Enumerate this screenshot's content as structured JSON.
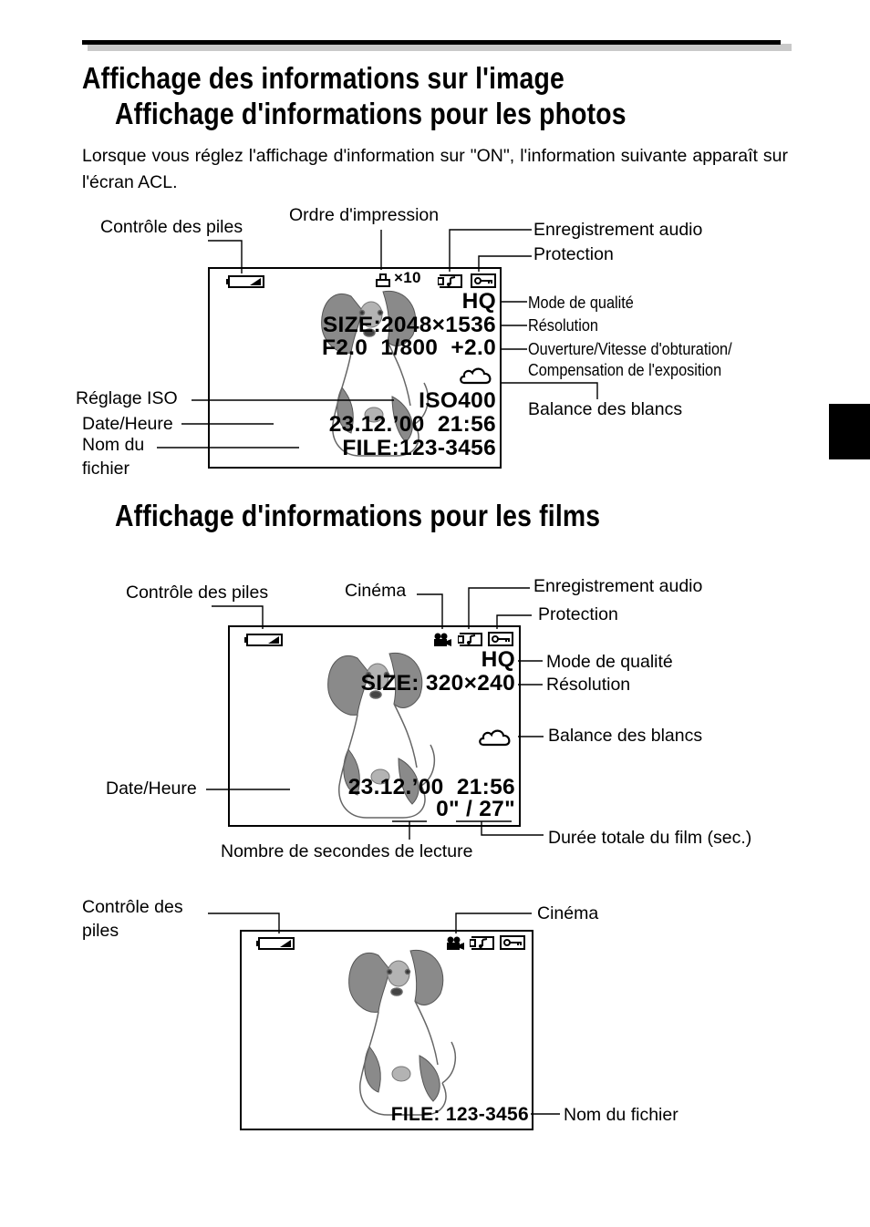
{
  "page": {
    "title_line1": "Affichage des informations sur l'image",
    "title_line2": "Affichage d'informations pour les photos",
    "intro": "Lorsque vous réglez l'affichage d'information sur \"ON\", l'information suivante apparaît sur l'écran ACL.",
    "title_films": "Affichage d'informations pour les films"
  },
  "photo_diagram": {
    "labels": {
      "battery": "Contrôle des piles",
      "print_order": "Ordre d'impression",
      "audio": "Enregistrement audio",
      "protection": "Protection",
      "quality": "Mode de qualité",
      "resolution": "Résolution",
      "aperture_line1": "Ouverture/Vitesse d'obturation/",
      "aperture_line2": "Compensation de l'exposition",
      "white_balance": "Balance des blancs",
      "iso": "Réglage ISO",
      "datetime": "Date/Heure",
      "filename_line1": "Nom du",
      "filename_line2": "fichier"
    },
    "screen": {
      "print_count": "×10",
      "quality": "HQ",
      "size": "SIZE:2048×1536",
      "exposure": "F2.0  1/800  +2.0",
      "iso": "ISO400",
      "datetime": "23.12.’00  21:56",
      "file": "FILE:123-3456"
    }
  },
  "movie_diagram": {
    "labels": {
      "battery": "Contrôle des piles",
      "cinema": "Cinéma",
      "audio": "Enregistrement audio",
      "protection": "Protection",
      "quality": "Mode de qualité",
      "resolution": "Résolution",
      "white_balance": "Balance des blancs",
      "datetime": "Date/Heure",
      "playback_seconds": "Nombre de secondes de lecture",
      "total_duration": "Durée totale du film (sec.)"
    },
    "screen": {
      "quality": "HQ",
      "size": "SIZE: 320×240",
      "datetime": "23.12.’00  21:56",
      "duration": "0\" / 27\""
    }
  },
  "movie_simple_diagram": {
    "labels": {
      "battery_line1": "Contrôle des",
      "battery_line2": "piles",
      "cinema": "Cinéma",
      "filename": "Nom du fichier"
    },
    "screen": {
      "file": "FILE: 123-3456"
    }
  },
  "icons": [
    "battery-icon",
    "print-order-icon",
    "audio-icon",
    "protection-key-icon",
    "cloud-icon",
    "cinema-camera-icon"
  ]
}
